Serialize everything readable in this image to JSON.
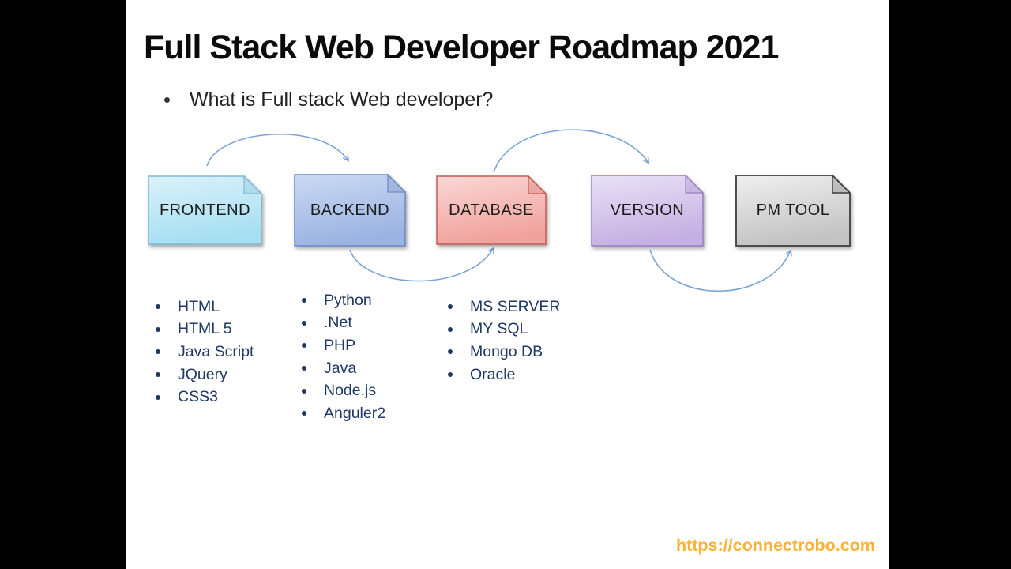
{
  "slide": {
    "title": "Full Stack Web Developer Roadmap 2021",
    "question_bullet": "What is Full stack Web developer?"
  },
  "diagram": {
    "nodes": [
      {
        "label": "FRONTEND",
        "fill_top": "#DBF1FA",
        "fill_bottom": "#A6DFF2",
        "border": "#7FB8D4"
      },
      {
        "label": "BACKEND",
        "fill_top": "#CBD9F3",
        "fill_bottom": "#9AB3E2",
        "border": "#7088C5"
      },
      {
        "label": "DATABASE",
        "fill_top": "#F9D7D5",
        "fill_bottom": "#F1A29D",
        "border": "#C55A55"
      },
      {
        "label": "VERSION",
        "fill_top": "#E8E1F6",
        "fill_bottom": "#C5B0E2",
        "border": "#9B7FC4"
      },
      {
        "label": "PM TOOL",
        "fill_top": "#EFEFEF",
        "fill_bottom": "#C3C3C3",
        "border": "#3F3F3F"
      }
    ],
    "connections": [
      {
        "from": "FRONTEND",
        "to": "BACKEND",
        "arc": "top"
      },
      {
        "from": "BACKEND",
        "to": "DATABASE",
        "arc": "bottom"
      },
      {
        "from": "DATABASE",
        "to": "VERSION",
        "arc": "top"
      },
      {
        "from": "VERSION",
        "to": "PM TOOL",
        "arc": "bottom"
      }
    ],
    "arrow_color": "#7BA3D6"
  },
  "lists": {
    "frontend": [
      "HTML",
      "HTML 5",
      "Java Script",
      "JQuery",
      "CSS3"
    ],
    "backend": [
      "Python",
      ".Net",
      "PHP",
      "Java",
      "Node.js",
      "Anguler2"
    ],
    "database": [
      "MS SERVER",
      "MY SQL",
      "Mongo DB",
      "Oracle"
    ]
  },
  "footer": {
    "url": "https://connectrobo.com",
    "url_color": "#F9B233"
  },
  "list_text_color": "#1F3864"
}
